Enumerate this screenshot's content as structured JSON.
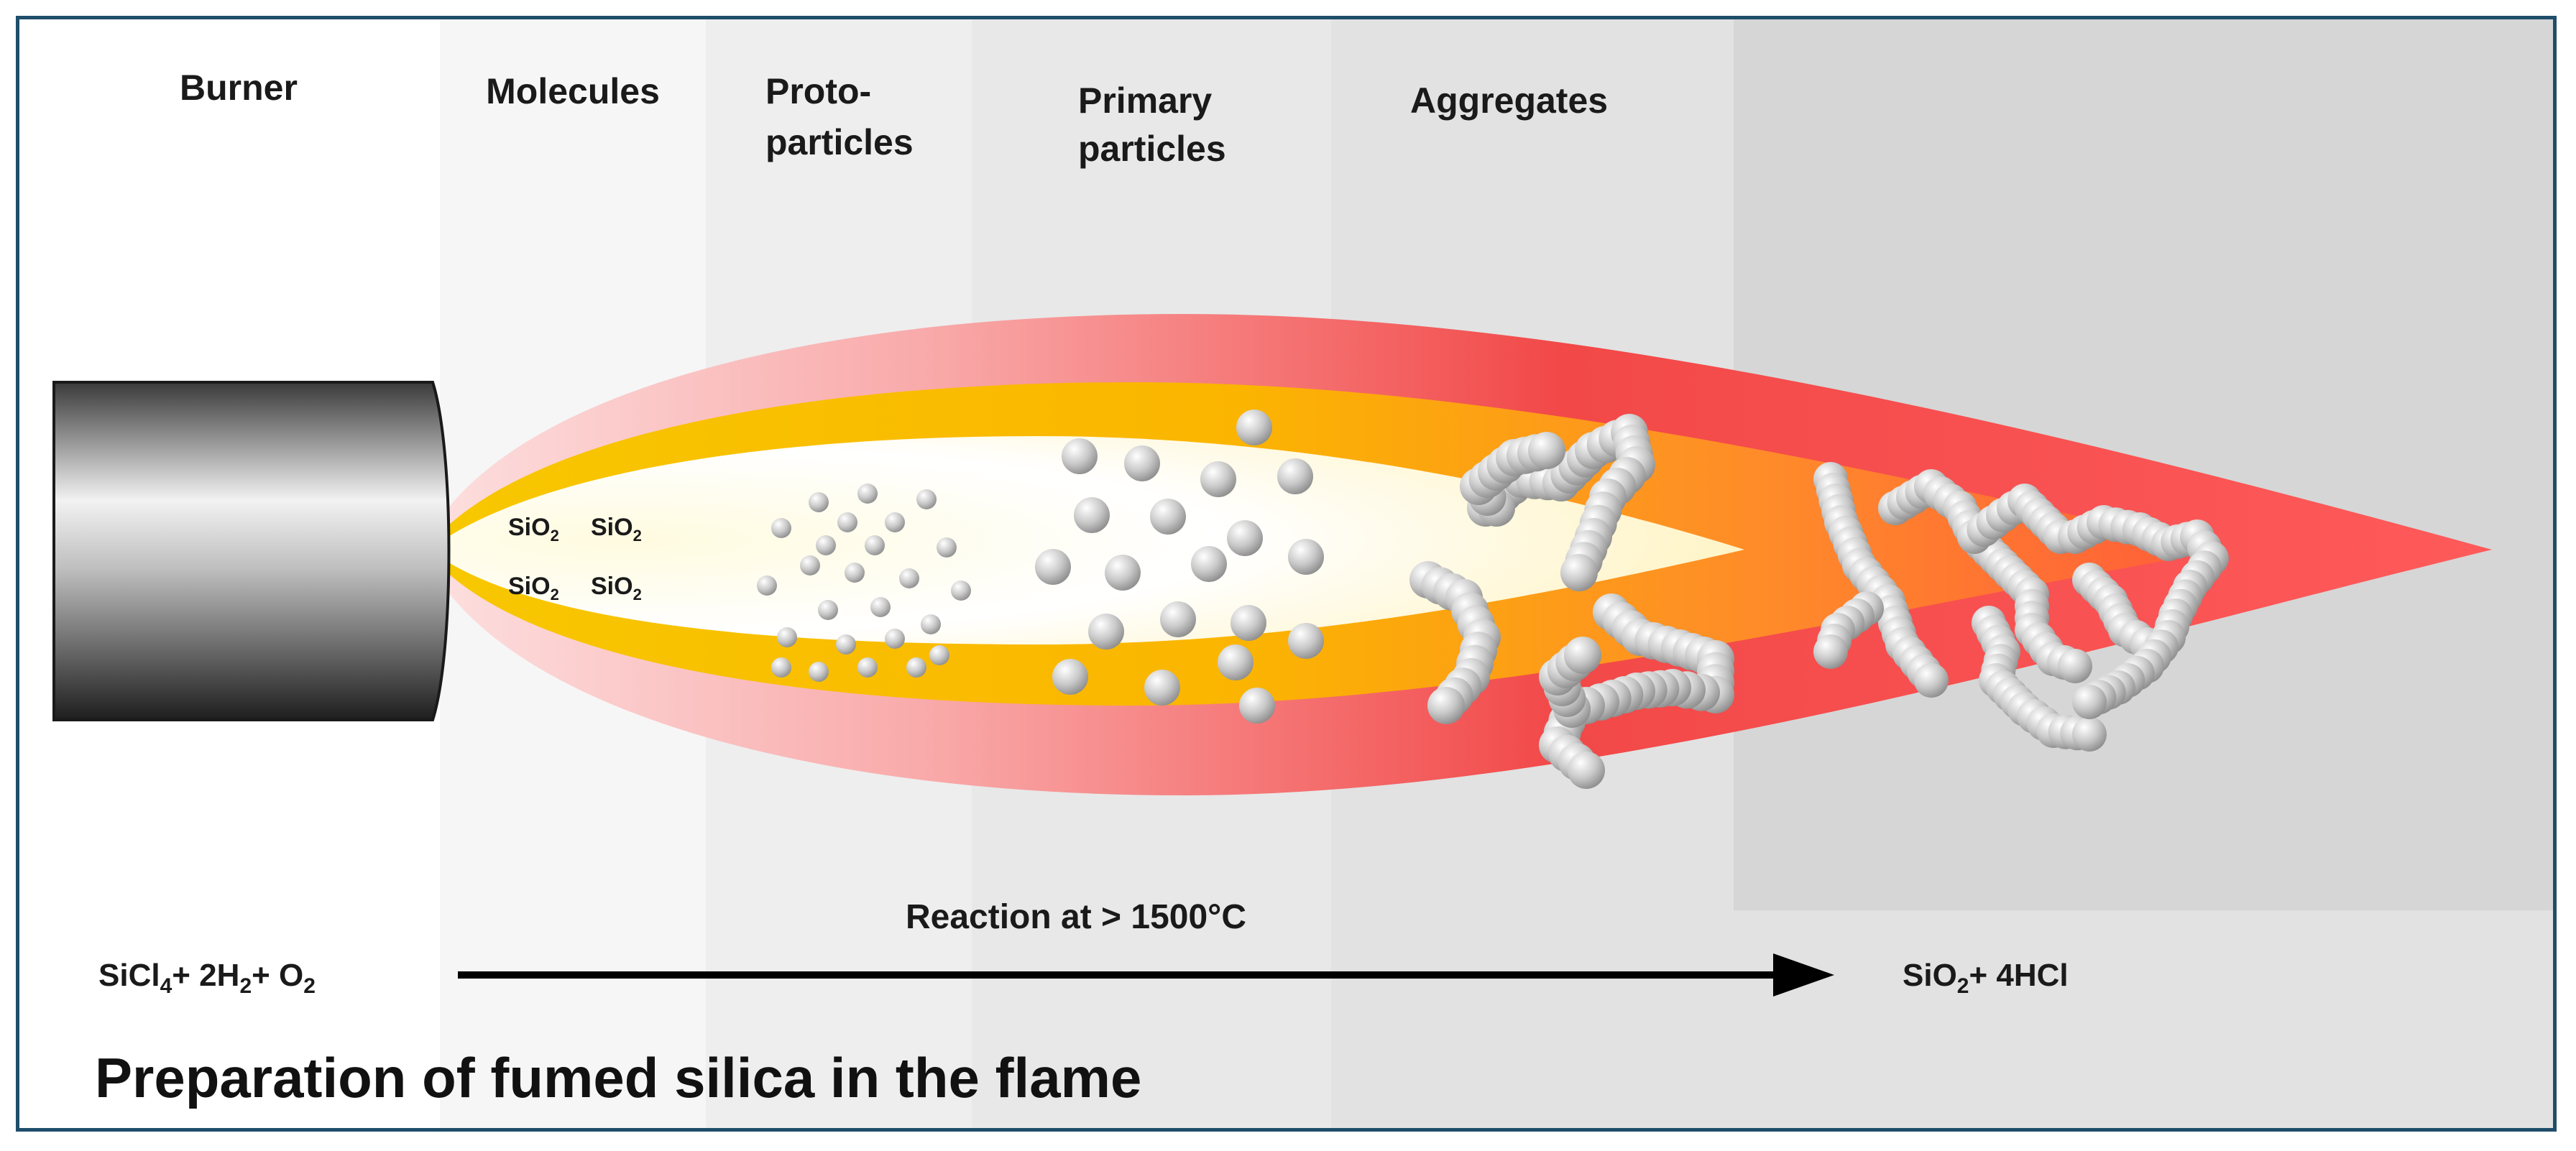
{
  "stages": {
    "burner": "Burner",
    "molecules": "Molecules",
    "proto_line1": "Proto-",
    "proto_line2": "particles",
    "primary_line1": "Primary",
    "primary_line2": "particles",
    "aggregates": "Aggregates"
  },
  "molecule_label": {
    "base": "SiO",
    "sub": "2"
  },
  "reactants": {
    "p1": "SiCl",
    "s1": "4",
    "p2": "+ 2H",
    "s2": "2",
    "p3": "+ O",
    "s3": "2"
  },
  "reaction_condition": "Reaction at > 1500°C",
  "products": {
    "p1": "SiO",
    "s1": "2",
    "p2": "+ 4HCl"
  },
  "title": "Preparation of fumed silica in the flame",
  "colors": {
    "frame": "#1f4e6b",
    "flame_outer": "#f04a4a",
    "flame_mid": "#f7c300",
    "flame_core": "#ffffff",
    "particle": "#bdbdbd",
    "arrow": "#000000"
  }
}
